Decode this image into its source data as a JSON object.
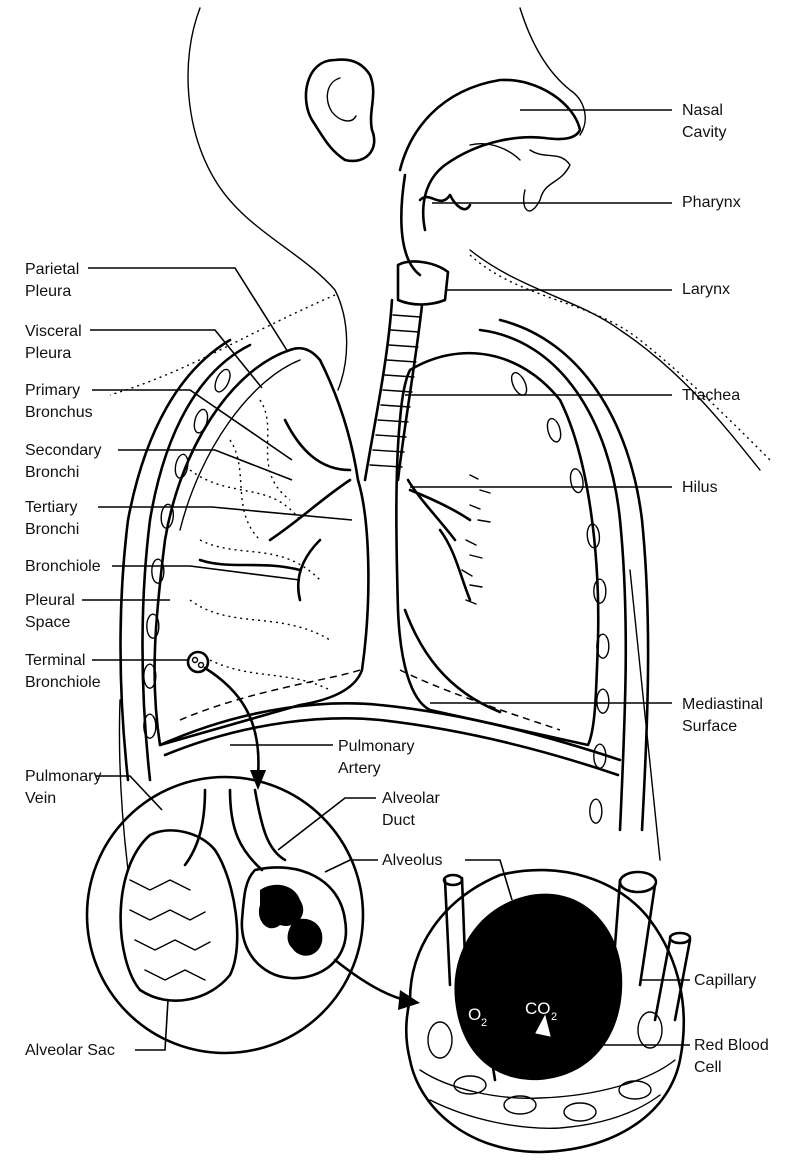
{
  "labels": {
    "nasal_cavity": "Nasal\nCavity",
    "pharynx": "Pharynx",
    "larynx": "Larynx",
    "trachea": "Trachea",
    "hilus": "Hilus",
    "mediastinal_surface": "Mediastinal\nSurface",
    "capillary": "Capillary",
    "red_blood_cell": "Red Blood\nCell",
    "parietal_pleura": "Parietal\nPleura",
    "visceral_pleura": "Visceral\nPleura",
    "primary_bronchus": "Primary\nBronchus",
    "secondary_bronchi": "Secondary\nBronchi",
    "tertiary_bronchi": "Tertiary\nBronchi",
    "bronchiole": "Bronchiole",
    "pleural_space": "Pleural\nSpace",
    "terminal_bronchiole": "Terminal\nBronchiole",
    "pulmonary_vein": "Pulmonary\nVein",
    "pulmonary_artery": "Pulmonary\nArtery",
    "alveolar_duct": "Alveolar\nDuct",
    "alveolus": "Alveolus",
    "alveolar_sac": "Alveolar Sac"
  },
  "gases": {
    "oxygen": "O",
    "oxygen_sub": "2",
    "carbon_dioxide": "CO",
    "carbon_dioxide_sub": "2"
  },
  "colors": {
    "ink": "#000000",
    "paper": "#ffffff"
  }
}
